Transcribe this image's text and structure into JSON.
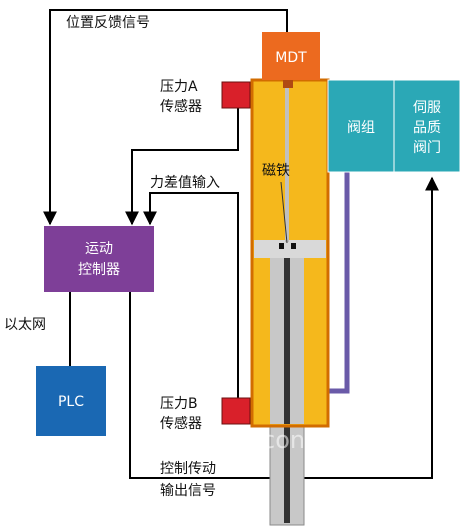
{
  "labels": {
    "position_feedback": "位置反馈信号",
    "pressure_a": [
      "压力A",
      "传感器"
    ],
    "pressure_diff_input": "力差值输入",
    "magnet": "磁铁",
    "ethernet": "以太网",
    "pressure_b": [
      "压力B",
      "传感器"
    ],
    "control_output": [
      "控制传动",
      "输出信号"
    ]
  },
  "boxes": {
    "mdt": "MDT",
    "motion_controller": [
      "运动",
      "控制器"
    ],
    "plc": "PLC",
    "valve_group": "阀组",
    "servo_valve": [
      "伺服",
      "品质",
      "阀门"
    ]
  },
  "watermark": "con",
  "colors": {
    "cylinder": "#f5b81c",
    "cylinder_border": "#d26c00",
    "mdt": "#ec6a1f",
    "sensor": "#d9202a",
    "controller": "#7e3f98",
    "plc": "#1a68b3",
    "valve": "#2ba8b6",
    "line": "#000000",
    "hydraulic_line": "#6a5aa8",
    "rod": "#c8c8c8"
  }
}
